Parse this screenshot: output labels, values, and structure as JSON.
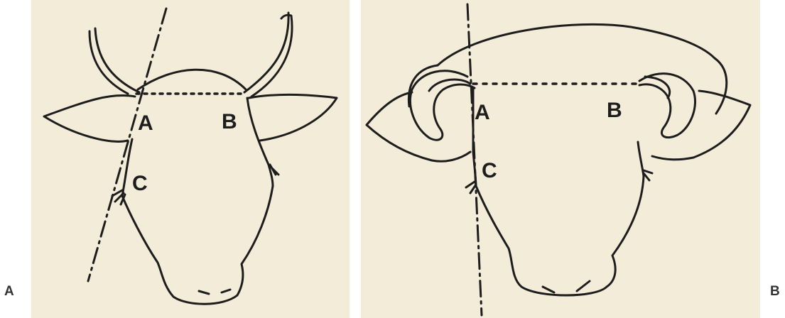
{
  "panels": [
    {
      "letter": "A",
      "labels": {
        "a": "A",
        "b": "B",
        "c": "C"
      }
    },
    {
      "letter": "B",
      "labels": {
        "a": "A",
        "b": "B",
        "c": "C"
      }
    }
  ]
}
